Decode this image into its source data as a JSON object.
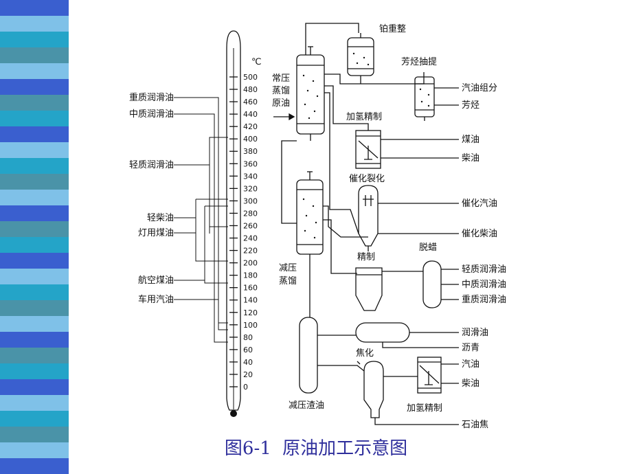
{
  "caption": {
    "figure_number": "图6-1",
    "title": "原油加工示意图"
  },
  "thermometer": {
    "unit": "℃",
    "ticks": [
      "500",
      "480",
      "460",
      "440",
      "420",
      "400",
      "380",
      "360",
      "340",
      "320",
      "300",
      "280",
      "260",
      "240",
      "220",
      "200",
      "180",
      "160",
      "140",
      "120",
      "100",
      "80",
      "60",
      "40",
      "20",
      "0"
    ],
    "left_labels": [
      "重质润滑油",
      "中质润滑油",
      "轻质润滑油",
      "轻柴油",
      "灯用煤油",
      "航空煤油",
      "车用汽油"
    ]
  },
  "units": {
    "atmospheric_label": [
      "常压",
      "蒸馏",
      "原油"
    ],
    "vacuum_label": [
      "减压",
      "蒸馏"
    ],
    "reforming": "铂重整",
    "aromatics_extraction": "芳烃抽提",
    "hydrofining_top": "加氢精制",
    "catalytic_cracking": "催化裂化",
    "refining": "精制",
    "dewaxing": "脱蜡",
    "coking": "焦化",
    "vacuum_residue": "减压渣油",
    "hydrofining_bottom": "加氢精制"
  },
  "products": {
    "gasoline_fraction": "汽油组分",
    "aromatics": "芳烃",
    "kerosene": "煤油",
    "diesel_top": "柴油",
    "cat_gasoline": "催化汽油",
    "cat_diesel": "催化柴油",
    "light_lube": "轻质润滑油",
    "medium_lube": "中质润滑油",
    "heavy_lube": "重质润滑油",
    "lube_oil": "润滑油",
    "asphalt": "沥青",
    "gasoline": "汽油",
    "diesel_bottom": "柴油",
    "petroleum_coke": "石油焦"
  },
  "colors": {
    "caption": "#2f2f9c",
    "strip": [
      "#3a5fcf",
      "#1a1a1a",
      "#4a93a8",
      "#f0ebc0",
      "#7fc1e8",
      "#1a2d8a",
      "#24a4c8",
      "#ffffff"
    ]
  }
}
